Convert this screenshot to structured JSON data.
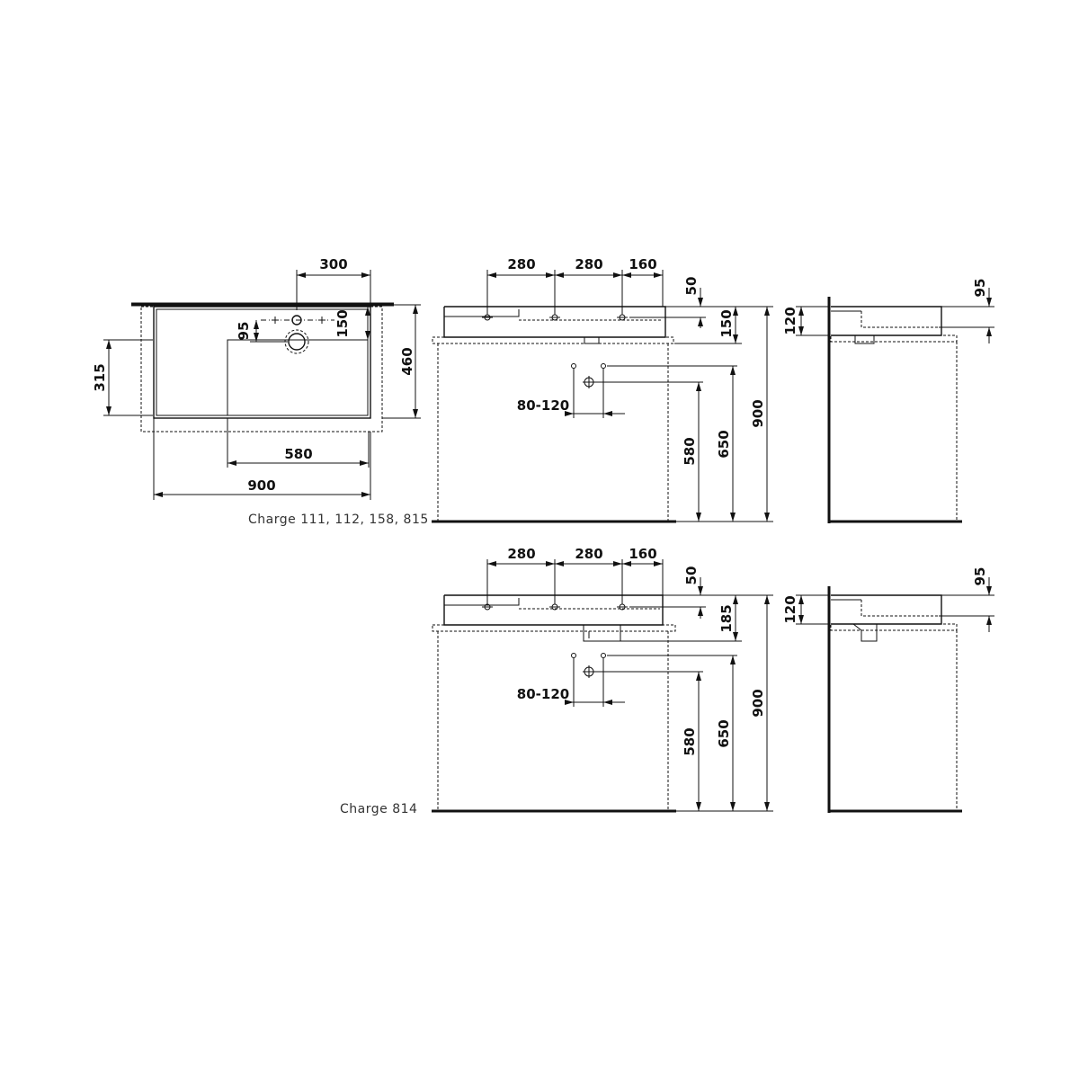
{
  "top_view": {
    "dim_300": "300",
    "dim_150": "150",
    "dim_95": "95",
    "dim_460": "460",
    "dim_315": "315",
    "dim_580": "580",
    "dim_900": "900"
  },
  "front_view_1": {
    "dim_280a": "280",
    "dim_280b": "280",
    "dim_160": "160",
    "dim_50": "50",
    "dim_150": "150",
    "dim_80_120": "80-120",
    "dim_580": "580",
    "dim_650": "650",
    "dim_900": "900",
    "caption": "Charge 111, 112, 158, 815"
  },
  "side_view_1": {
    "dim_95": "95",
    "dim_120": "120"
  },
  "front_view_2": {
    "dim_280a": "280",
    "dim_280b": "280",
    "dim_160": "160",
    "dim_50": "50",
    "dim_185": "185",
    "dim_80_120": "80-120",
    "dim_580": "580",
    "dim_650": "650",
    "dim_900": "900",
    "caption": "Charge 814"
  },
  "side_view_2": {
    "dim_95": "95",
    "dim_120": "120"
  }
}
